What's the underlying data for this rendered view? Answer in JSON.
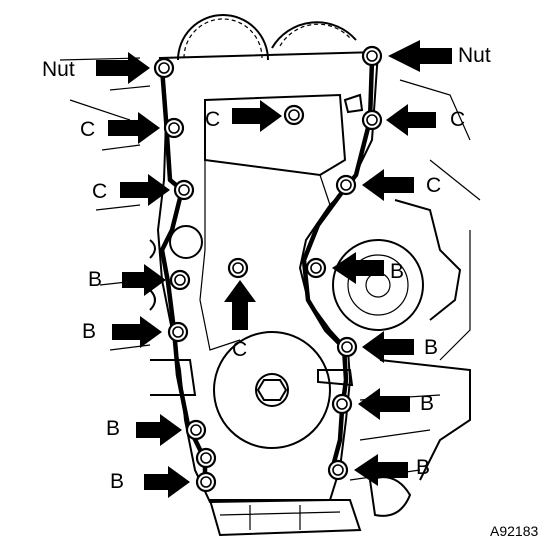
{
  "labels": {
    "nut_left": "Nut",
    "nut_right": "Nut",
    "c_left_1": "C",
    "c_center": "C",
    "c_right_1": "C",
    "c_left_2": "C",
    "c_right_2": "C",
    "c_bottom_center": "C",
    "b_left_1": "B",
    "b_right_1": "B",
    "b_left_2": "B",
    "b_right_2": "B",
    "b_right_3": "B",
    "b_left_3": "B",
    "b_right_4": "B",
    "b_left_4": "B"
  },
  "figure_id": "A92183"
}
